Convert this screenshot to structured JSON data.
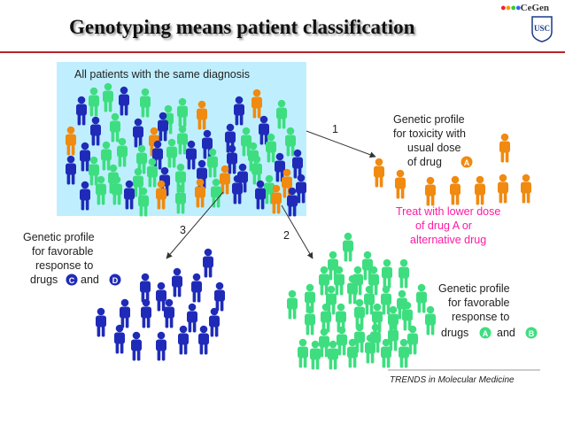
{
  "slide": {
    "title": "Genotyping means patient classification",
    "logo_text": "CeGen",
    "logo_usc": "USC"
  },
  "colors": {
    "title_rule": "#b8232b",
    "panel_bg": "#bfefff",
    "person_blue": "#1f2bb8",
    "person_green": "#3ede80",
    "person_orange": "#f08a10",
    "highlight_text": "#ff1aa3"
  },
  "diagram": {
    "pool_label": "All patients with the same diagnosis",
    "arrows": {
      "a1": "1",
      "a2": "2",
      "a3": "3"
    },
    "toxicity": {
      "line1": "Genetic profile",
      "line2": "for toxicity with",
      "line3": "usual dose",
      "line4_prefix": "of drug",
      "badge": "A",
      "treat1": "Treat with lower dose",
      "treat2": "of drug A or",
      "treat3": "alternative drug"
    },
    "favorable_cd": {
      "line1": "Genetic profile",
      "line2": "for favorable",
      "line3": "response to",
      "line4_prefix": "drugs",
      "badge1": "C",
      "connector": "and",
      "badge2": "D"
    },
    "favorable_ab": {
      "line1": "Genetic profile",
      "line2": "for favorable",
      "line3": "response to",
      "line4_prefix": "drugs",
      "badge1": "A",
      "connector": "and",
      "badge2": "B"
    },
    "caption": "TRENDS in Molecular Medicine"
  }
}
